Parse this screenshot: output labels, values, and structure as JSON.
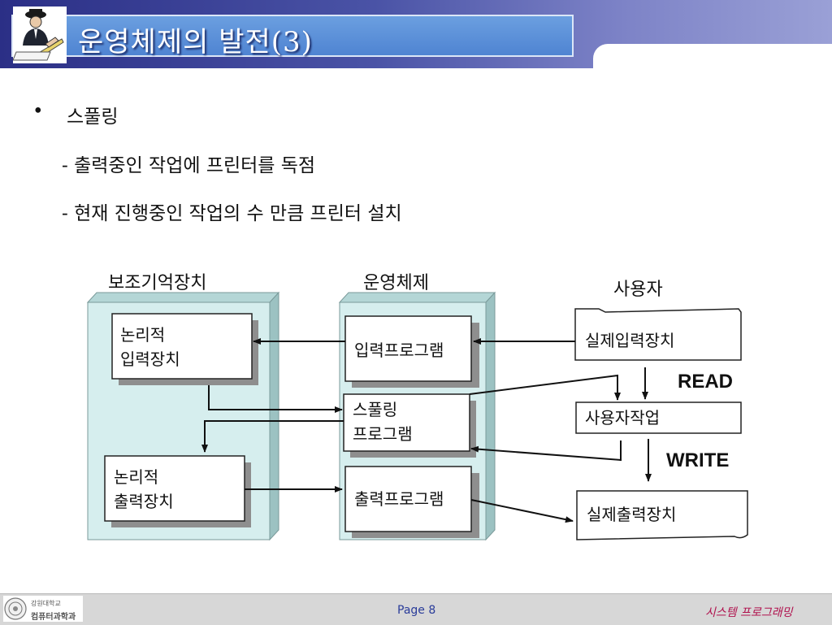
{
  "header": {
    "title": "운영체제의 발전(3)"
  },
  "content": {
    "bullet_symbol": "•",
    "bullet_title": "스풀링",
    "lines": [
      "- 출력중인 작업에 프린터를 독점",
      "- 현재 진행중인 작업의 수 만큼 프린터 설치"
    ]
  },
  "diagram": {
    "column_labels": {
      "storage": "보조기억장치",
      "os": "운영체제",
      "user": "사용자"
    },
    "storage_boxes": {
      "logical_input": [
        "논리적",
        "입력장치"
      ],
      "logical_output": [
        "논리적",
        "출력장치"
      ]
    },
    "os_boxes": {
      "input_program": "입력프로그램",
      "spooling_program": [
        "스풀링",
        "프로그램"
      ],
      "output_program": "출력프로그램"
    },
    "user_boxes": {
      "real_input": "실제입력장치",
      "user_job": "사용자작업",
      "real_output": "실제출력장치"
    },
    "arrow_labels": {
      "read": "READ",
      "write": "WRITE"
    }
  },
  "footer": {
    "page": "Page 8",
    "course": "시스템  프로그래밍",
    "logo_line1": "강원대학교",
    "logo_line2": "컴퓨터과학과"
  },
  "colors": {
    "header_dark": "#2b2f86",
    "title_box": "#5b8fd8",
    "cylinder_fill": "#d6eeee",
    "footer_bg": "#d7d7d7",
    "page_text": "#2a3c9a",
    "course_text": "#b0114d"
  }
}
